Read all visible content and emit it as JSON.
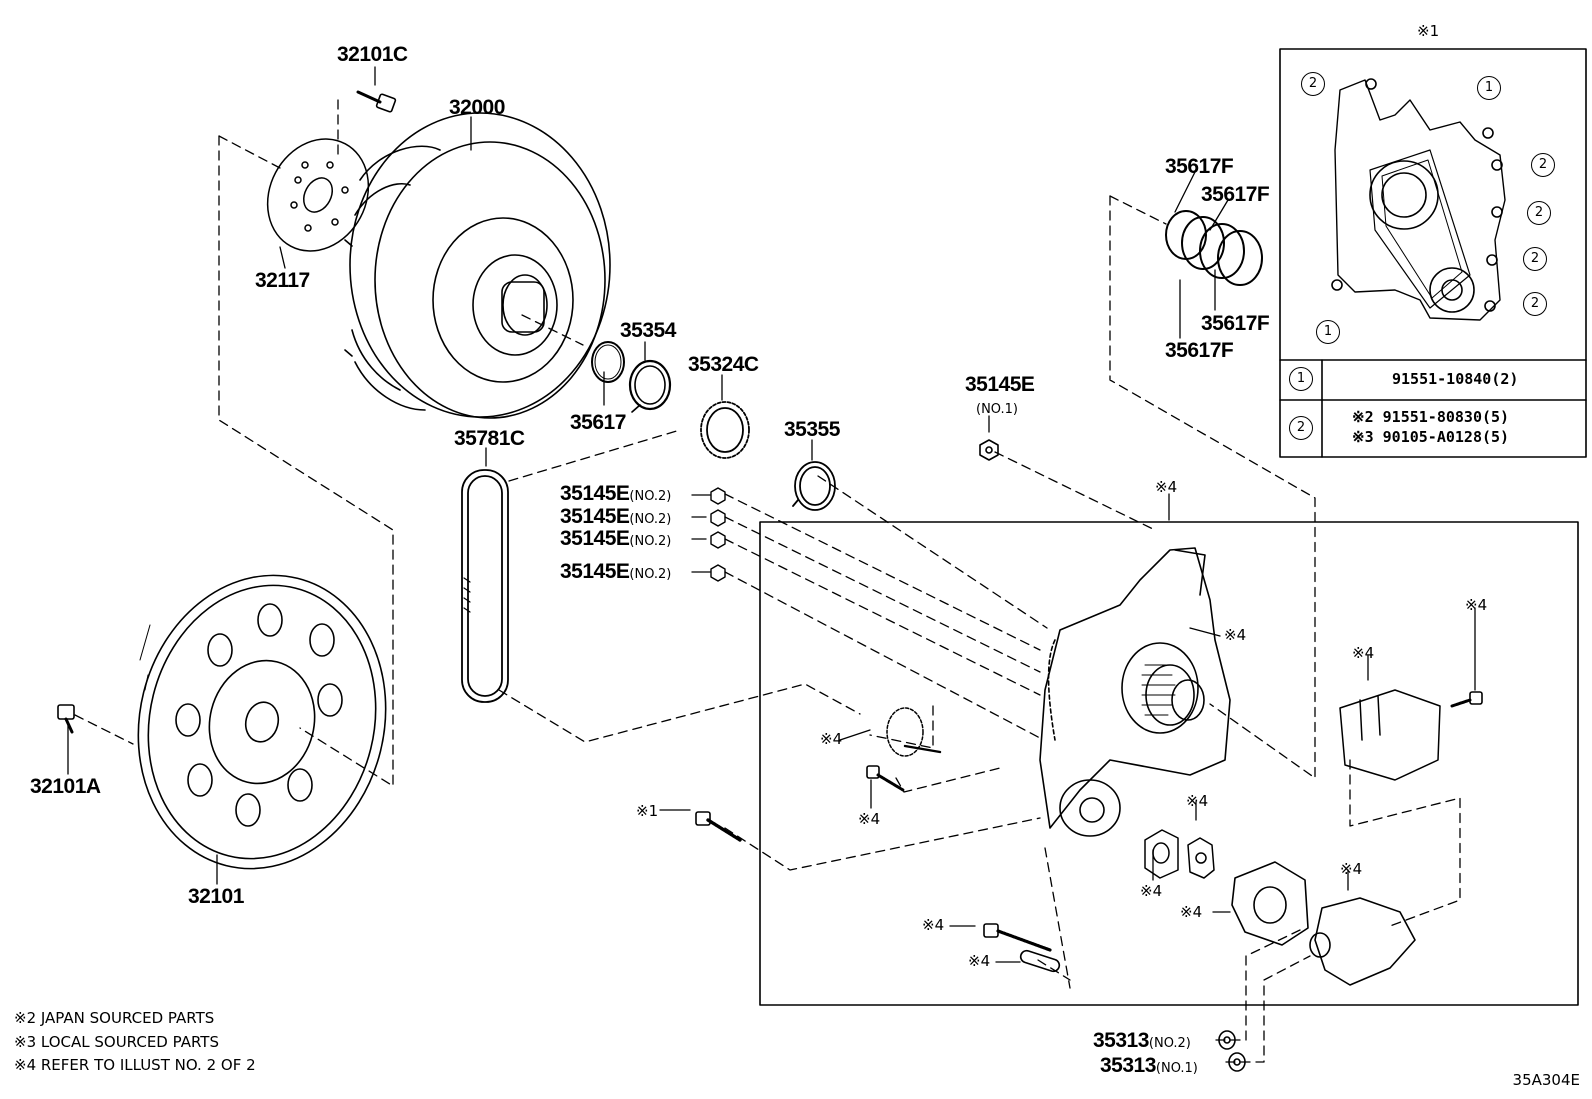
{
  "parts": {
    "p32101C": "32101C",
    "p32000": "32000",
    "p32117": "32117",
    "p35354": "35354",
    "p35617": "35617",
    "p35324C": "35324C",
    "p35781C": "35781C",
    "p35355": "35355",
    "p35145E_top": "35145E",
    "p35145E_top_sub": "(NO.1)",
    "p35145E_1": "35145E",
    "p35145E_2": "35145E",
    "p35145E_3": "35145E",
    "p35145E_4": "35145E",
    "no2": "(NO.2)",
    "p32101A": "32101A",
    "p32101": "32101",
    "p35617F_a": "35617F",
    "p35617F_b": "35617F",
    "p35617F_c": "35617F",
    "p35617F_d": "35617F",
    "p35313_a": "35313",
    "p35313_a_sub": "(NO.2)",
    "p35313_b": "35313",
    "p35313_b_sub": "(NO.1)"
  },
  "marks": {
    "m1": "※1",
    "m4": "※4",
    "inset_title": "※1"
  },
  "inset": {
    "c1": "1",
    "c2": "2",
    "row1_part": "91551-10840(2)",
    "row2_line1": "※2 91551-80830(5)",
    "row2_line2": "※3 90105-A0128(5)"
  },
  "notes": {
    "n2": "※2 JAPAN SOURCED PARTS",
    "n3": "※3 LOCAL SOURCED PARTS",
    "n4": "※4 REFER TO ILLUST NO. 2 OF 2"
  },
  "illustration_code": "35A304E"
}
